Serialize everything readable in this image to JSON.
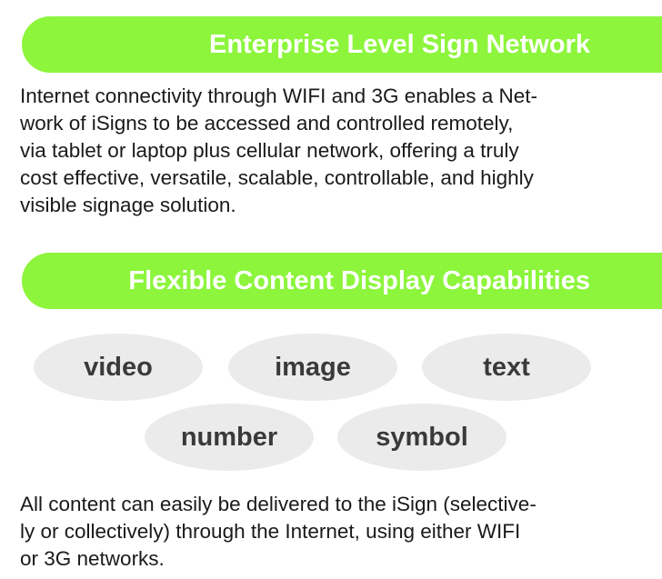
{
  "section1": {
    "title": "Enterprise Level Sign Network",
    "body_lines": [
      "Internet connectivity through WIFI and 3G enables a Net-",
      "work of iSigns to be accessed and controlled remotely,",
      "via tablet or laptop plus cellular network, offering a truly",
      "cost effective, versatile, scalable, controllable, and highly",
      "visible signage solution."
    ]
  },
  "section2": {
    "title": "Flexible Content Display Capabilities",
    "pills": [
      "video",
      "image",
      "text",
      "number",
      "symbol"
    ],
    "body_lines": [
      "All content can easily be delivered to the iSign (selective-",
      "ly or collectively) through the Internet, using either WIFI",
      "or 3G networks."
    ]
  },
  "colors": {
    "banner": "#8cf53c",
    "banner_text": "#ffffff",
    "pill": "#ebebeb",
    "pill_text": "#3a3a3a",
    "body_text": "#1a1a1a"
  }
}
